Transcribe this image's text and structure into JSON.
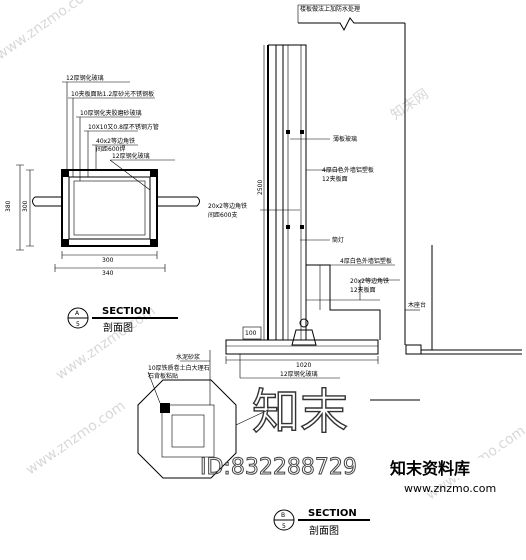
{
  "section_a": {
    "marker_letter": "A",
    "marker_number": "5",
    "title": "SECTION",
    "subtitle": "剖面图",
    "notes": [
      "12厚钢化玻璃",
      "10夹板面贴1.2厚砂光不锈钢板",
      "10厚钢化夹胶磨砂玻璃",
      "10X10又0.8厚不锈钢方管",
      "40x2等边角铁",
      "间距600焊",
      "12厚钢化玻璃"
    ],
    "dimensions": {
      "height_total": "380",
      "height_inner": "300",
      "width_inner": "300",
      "width_total": "340"
    }
  },
  "section_b": {
    "marker_letter": "B",
    "marker_number": "5",
    "title": "SECTION",
    "subtitle": "剖面图",
    "notes": [
      "楼板做法上加防水处理",
      "薄板玻璃",
      "4厚白色外墙铝塑板",
      "12夹板面",
      "20x2等边角铁",
      "间距600支",
      "筒灯",
      "4厚白色外墙铝塑板",
      "20x2等边角铁",
      "12夹板面",
      "木座台",
      "水泥砂浆",
      "10厚铁质卷土白大理石",
      "石背板粘贴",
      "12厚钢化玻璃"
    ],
    "dimensions": {
      "height": "2500",
      "width": "1020",
      "side": "100"
    }
  },
  "watermark": {
    "big_text": "知末",
    "id_text": "ID:832288729",
    "cn_text": "知末资料库",
    "url_text": "www.znzmo.com",
    "diag_text": "www.znzmo.com",
    "diag_cn": "知末网"
  }
}
